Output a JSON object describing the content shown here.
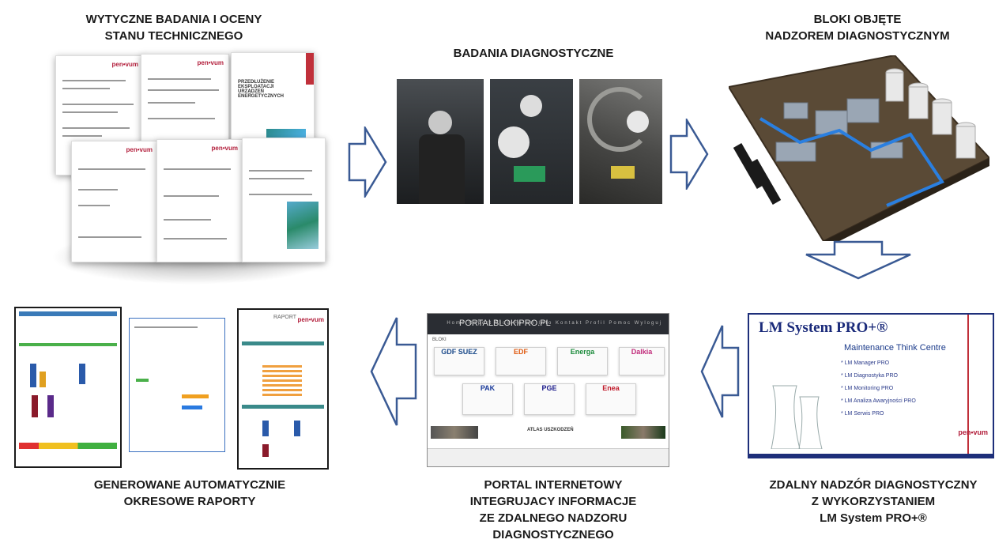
{
  "captions": {
    "guidelines": [
      "WYTYCZNE BADANIA I OCENY",
      "STANU TECHNICZNEGO"
    ],
    "diagnostics": [
      "BADANIA DIAGNOSTYCZNE"
    ],
    "blocks": [
      "BLOKI OBJĘTE",
      "NADZOREM DIAGNOSTYCZNYM"
    ],
    "reports": [
      "GENEROWANE AUTOMATYCZNIE",
      "OKRESOWE RAPORTY"
    ],
    "portal": [
      "PORTAL INTERNETOWY",
      "INTEGRUJACY INFORMACJE",
      "ZE ZDALNEGO NADZORU",
      "DIAGNOSTYCZNEGO"
    ],
    "remote": [
      "ZDALNY NADZÓR DIAGNOSTYCZNY",
      "Z WYKORZYSTANIEM",
      "LM System PRO+®"
    ]
  },
  "documents": {
    "logo": "pen•vum",
    "cover_title": "PRZEDŁUŻENIE EKSPLOATACJI URZĄDZEŃ ENERGETYCZNYCH"
  },
  "portal": {
    "site_title": "PORTALBLOKIPRO.PL",
    "menu": "Home  Raport  Blog  Forum  Info  Kontakt  Profil  Pomoc  Wyloguj",
    "section": "BLOKI",
    "tiles": [
      "GDF SUEZ",
      "EDF",
      "Energa",
      "Dalkia",
      "PAK",
      "PGE",
      "Enea"
    ],
    "atlas": "ATLAS USZKODZEŃ"
  },
  "lm_system": {
    "title": "LM System PRO+®",
    "subtitle": "Maintenance Think Centre",
    "items": [
      "* LM Manager PRO",
      "* LM Diagnostyka PRO",
      "* LM Monitoring PRO",
      "* LM Analiza Awaryjności PRO",
      "* LM Serwis PRO"
    ],
    "brand": "pen•vum"
  },
  "reports": {
    "raport_label": "RAPORT",
    "brand": "pen•vum"
  },
  "colors": {
    "arrow_stroke": "#3a5a94",
    "arrow_fill": "#ffffff",
    "lm_blue": "#1a2a7a",
    "brand_red": "#b21d3a"
  }
}
